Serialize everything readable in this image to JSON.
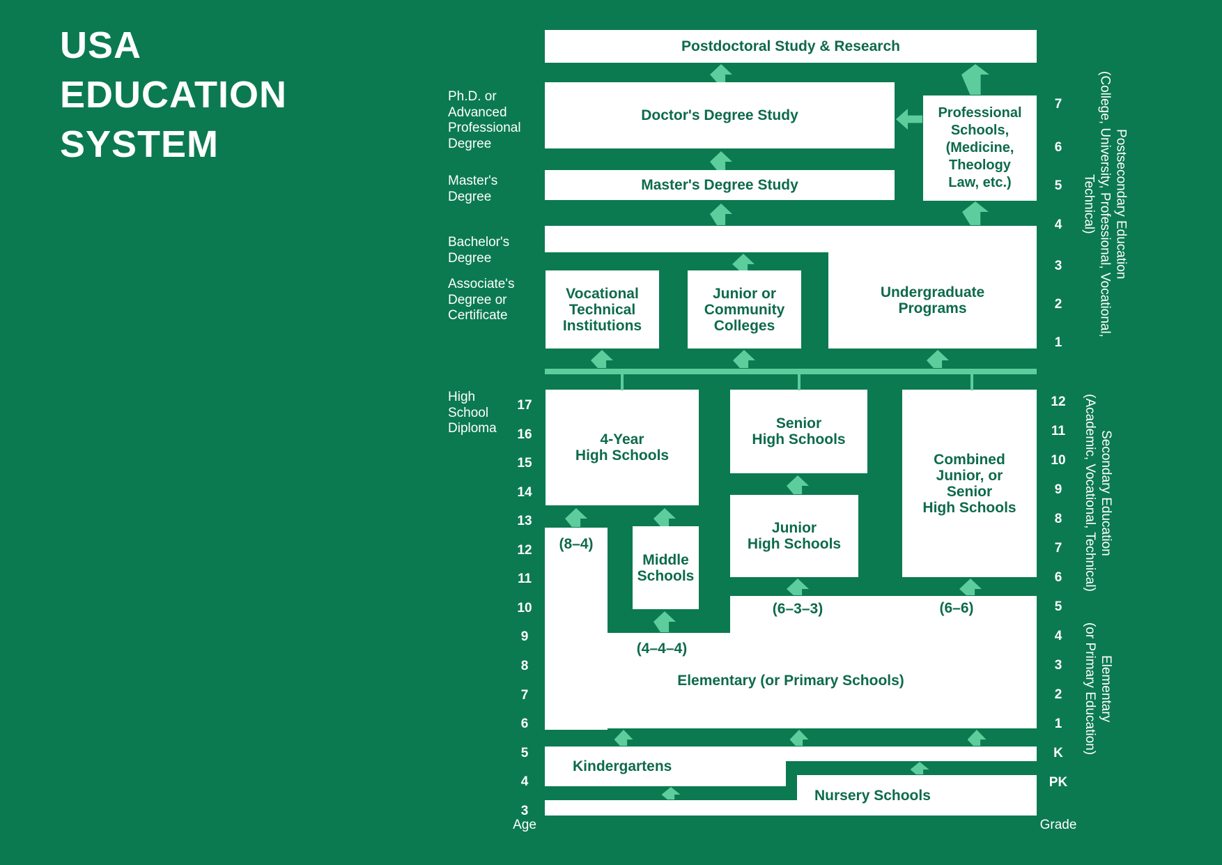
{
  "title_lines": [
    "USA",
    "EDUCATION",
    "SYSTEM"
  ],
  "left_labels": {
    "phd": [
      "Ph.D. or",
      "Advanced",
      "Professional",
      "Degree"
    ],
    "masters": [
      "Master's",
      "Degree"
    ],
    "bachelors": [
      "Bachelor's",
      "Degree"
    ],
    "associates": [
      "Associate's",
      "Degree or",
      "Certificate"
    ],
    "hs_diploma": [
      "High",
      "School",
      "Diploma"
    ]
  },
  "boxes": {
    "postdoctoral": [
      "Postdoctoral Study & Research"
    ],
    "doctors": [
      "Doctor's Degree Study"
    ],
    "masters_study": [
      "Master's Degree Study"
    ],
    "professional": [
      "Professional",
      "Schools,",
      "(Medicine,",
      "Theology",
      "Law, etc.)"
    ],
    "undergraduate": [
      "Undergraduate",
      "Programs"
    ],
    "vocational": [
      "Vocational",
      "Technical",
      "Institutions"
    ],
    "junior_college": [
      "Junior or",
      "Community",
      "Colleges"
    ],
    "four_year_hs": [
      "4-Year",
      "High Schools"
    ],
    "senior_hs": [
      "Senior",
      "High Schools"
    ],
    "junior_hs": [
      "Junior",
      "High Schools"
    ],
    "combined_hs": [
      "Combined",
      "Junior, or",
      "Senior",
      "High Schools"
    ],
    "middle": [
      "Middle",
      "Schools"
    ],
    "elementary": [
      "Elementary (or Primary Schools)"
    ],
    "kindergartens": [
      "Kindergartens"
    ],
    "nursery": [
      "Nursery Schools"
    ]
  },
  "annotations": {
    "c84": "(8–4)",
    "c444": "(4–4–4)",
    "c633": "(6–3–3)",
    "c66": "(6–6)"
  },
  "age_axis": {
    "label": "Age",
    "values": [
      "17",
      "16",
      "15",
      "14",
      "13",
      "12",
      "11",
      "10",
      "9",
      "8",
      "7",
      "6",
      "5",
      "4",
      "3"
    ]
  },
  "grade_axis": {
    "label": "Grade",
    "postsecondary": [
      "7",
      "6",
      "5",
      "4",
      "3",
      "2",
      "1"
    ],
    "secondary": [
      "12",
      "11",
      "10",
      "9",
      "8",
      "7",
      "6",
      "5",
      "4",
      "3",
      "2",
      "1",
      "K",
      "PK"
    ]
  },
  "side_labels": {
    "postsecondary": [
      "Postsecondary Education",
      "(College, University, Professional, Vocational,",
      "Technical)"
    ],
    "secondary": [
      "Secondary Education",
      "(Academic, Vocational, Technical)"
    ],
    "elementary": [
      "Elementary",
      "(or Primary Education)"
    ]
  },
  "colors": {
    "background": "#0b7a50",
    "accent": "#5ecd9d",
    "box_fill": "#ffffff",
    "box_text": "#0d6a4b",
    "label_text": "#ffffff"
  }
}
